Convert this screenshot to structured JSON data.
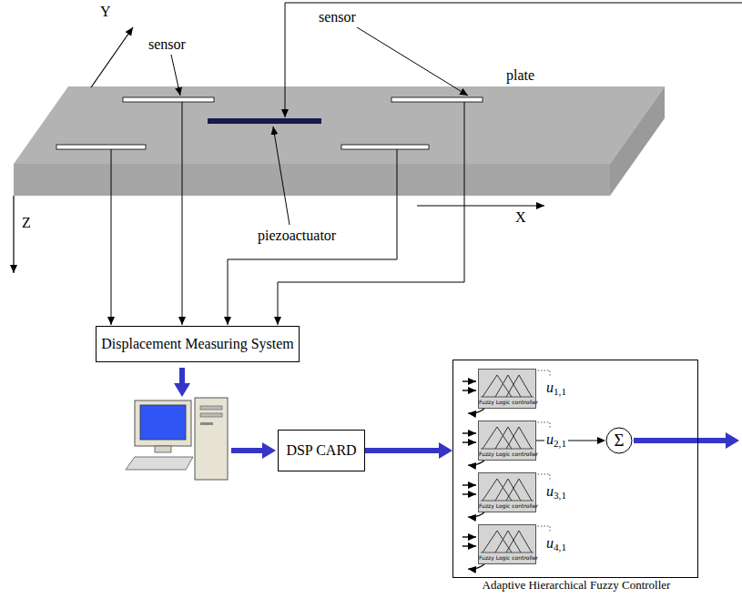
{
  "diagram": {
    "nodes": [
      {
        "text": [
          "Displacement Measuring System"
        ]
      },
      {
        "text": [
          "DSP CARD"
        ]
      },
      {
        "text": [
          "Adaptive Hierarchical Fuzzy Controller"
        ]
      },
      {
        "text": [
          "Fuzzy Logic controller"
        ],
        "in": 2
      },
      {
        "text": [
          "Fuzzy Logic controller"
        ],
        "in": 2
      },
      {
        "text": [
          "Fuzzy Logic controller"
        ],
        "in": 2
      },
      {
        "text": [
          "Fuzzy Logic controller"
        ],
        "in": 2
      },
      {
        "text": [
          "Σ"
        ],
        "in": 2
      }
    ],
    "edges": [
      {
        "from": 1,
        "to": 2,
        "arrow": "to"
      },
      {
        "from": 4,
        "to": 7,
        "arrow": "to"
      }
    ],
    "labels": [
      "Y",
      "sensor",
      "sensor",
      "plate",
      "piezoactuator",
      "X",
      "Z",
      "u1,1",
      "u2,1",
      "u3,1",
      "u4,1"
    ]
  }
}
